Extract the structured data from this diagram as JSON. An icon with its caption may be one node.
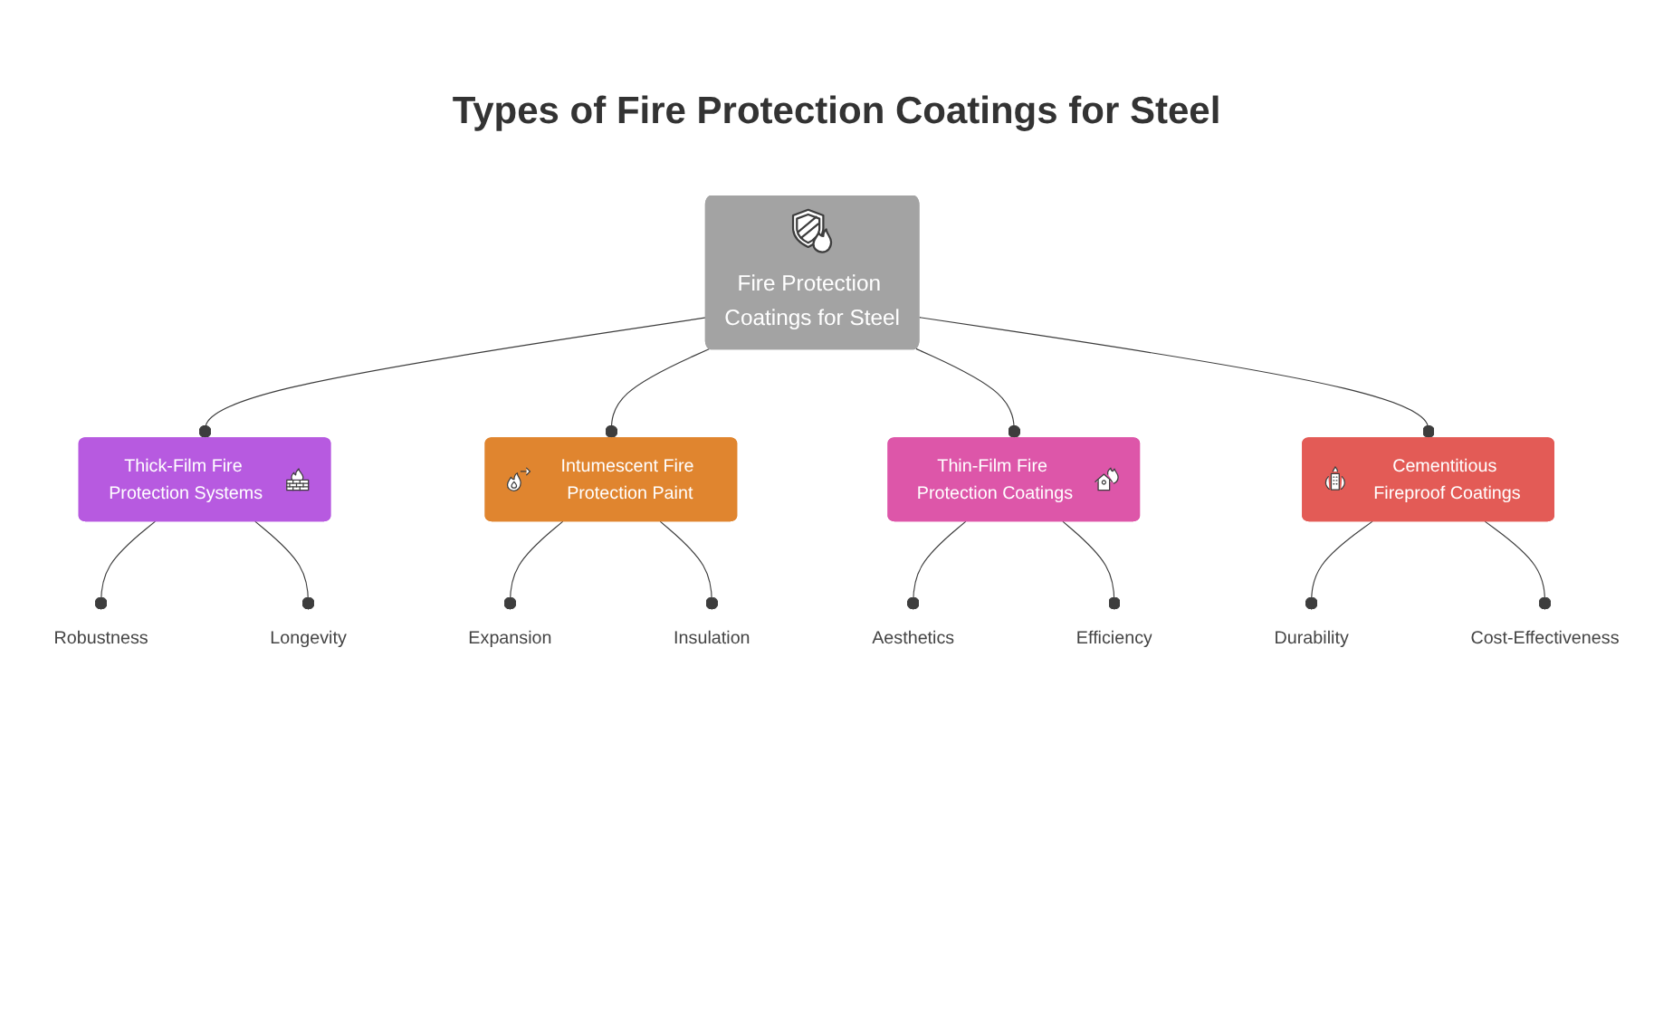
{
  "diagram": {
    "title": "Types of Fire Protection Coatings for Steel",
    "nodes": [
      {
        "text": [
          "Fire Protection Coatings for Steel"
        ]
      },
      {
        "text": [
          "Thick-Film Fire Protection Systems"
        ]
      },
      {
        "text": [
          "Robustness"
        ]
      },
      {
        "text": [
          "Longevity"
        ]
      },
      {
        "text": [
          "Intumescent Fire Protection Paint"
        ]
      },
      {
        "text": [
          "Expansion"
        ]
      },
      {
        "text": [
          "Insulation"
        ]
      },
      {
        "text": [
          "Thin-Film Fire Protection Coatings"
        ]
      },
      {
        "text": [
          "Aesthetics"
        ]
      },
      {
        "text": [
          "Efficiency"
        ]
      },
      {
        "text": [
          "Cementitious Fireproof Coatings"
        ]
      },
      {
        "text": [
          "Durability"
        ]
      },
      {
        "text": [
          "Cost-Effectiveness"
        ]
      }
    ],
    "edges": [
      {
        "from": 0,
        "to": 1,
        "arrow": "other"
      },
      {
        "from": 0,
        "to": 4,
        "arrow": "other"
      },
      {
        "from": 0,
        "to": 7,
        "arrow": "other"
      },
      {
        "from": 0,
        "to": 10,
        "arrow": "other"
      },
      {
        "from": 1,
        "to": 2,
        "arrow": "other"
      },
      {
        "from": 1,
        "to": 3,
        "arrow": "other"
      },
      {
        "from": 4,
        "to": 5,
        "arrow": "other"
      },
      {
        "from": 4,
        "to": 6,
        "arrow": "other"
      },
      {
        "from": 7,
        "to": 8,
        "arrow": "other"
      },
      {
        "from": 7,
        "to": 9,
        "arrow": "other"
      },
      {
        "from": 10,
        "to": 11,
        "arrow": "other"
      },
      {
        "from": 10,
        "to": 12,
        "arrow": "other"
      }
    ]
  }
}
